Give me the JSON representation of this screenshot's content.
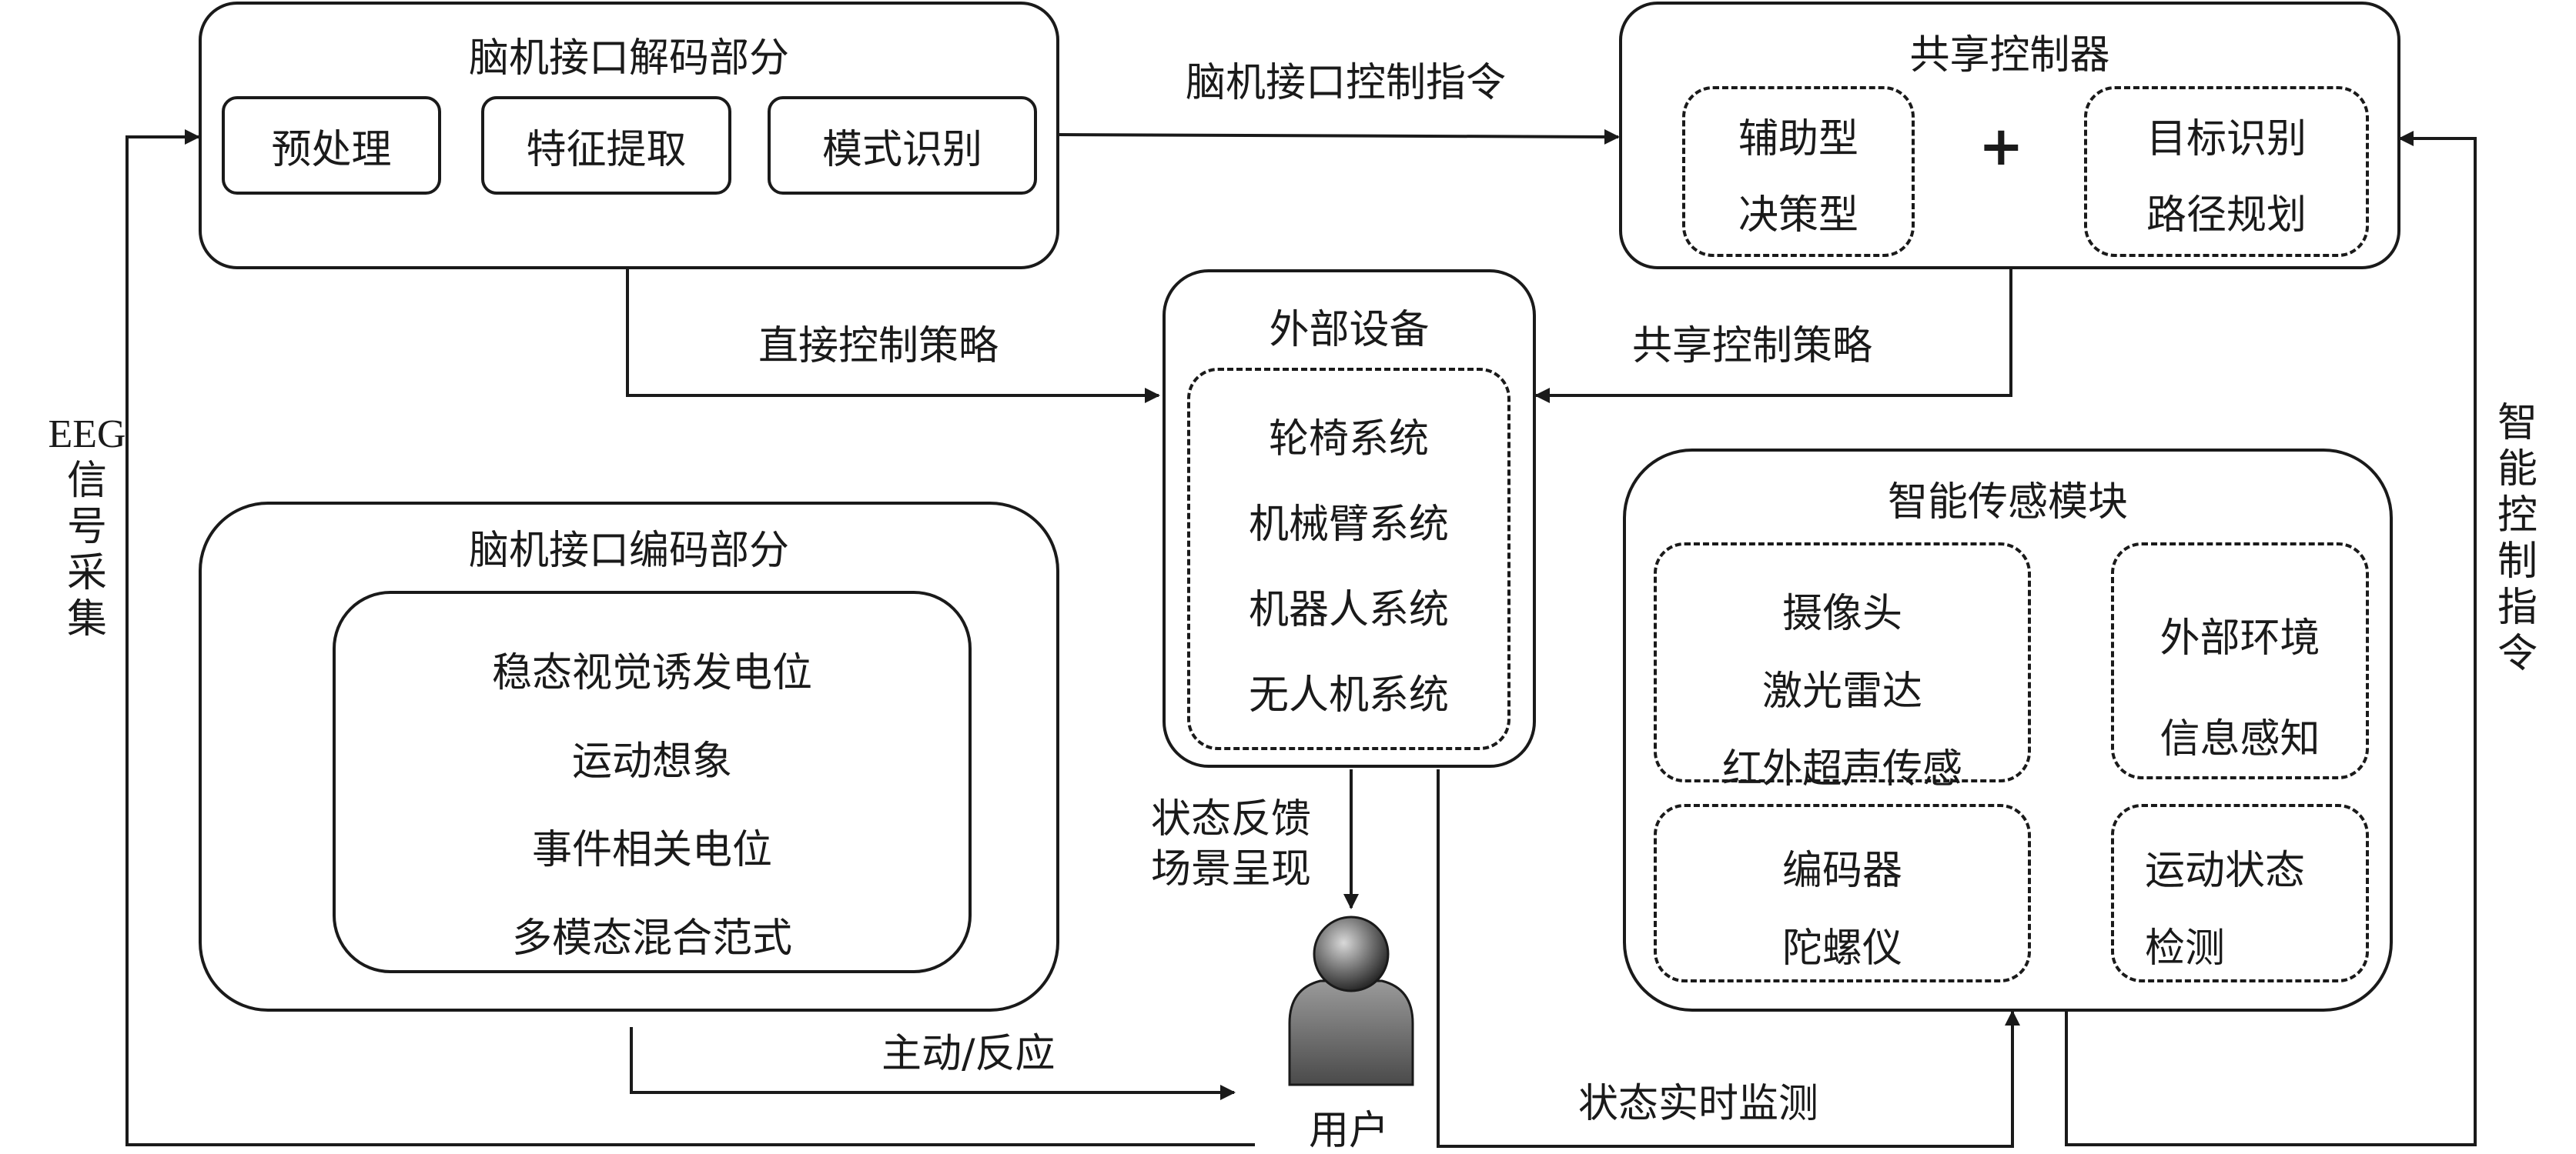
{
  "decode": {
    "title": "脑机接口解码部分",
    "steps": [
      "预处理",
      "特征提取",
      "模式识别"
    ]
  },
  "shared_controller": {
    "title": "共享控制器",
    "left": [
      "辅助型",
      "决策型"
    ],
    "plus": "+",
    "right": [
      "目标识别",
      "路径规划"
    ]
  },
  "external_device": {
    "title": "外部设备",
    "items": [
      "轮椅系统",
      "机械臂系统",
      "机器人系统",
      "无人机系统"
    ]
  },
  "encode": {
    "title": "脑机接口编码部分",
    "items": [
      "稳态视觉诱发电位",
      "运动想象",
      "事件相关电位",
      "多模态混合范式"
    ]
  },
  "sensor": {
    "title": "智能传感模块",
    "cameras": [
      "摄像头",
      "激光雷达",
      "红外超声传感"
    ],
    "env": [
      "外部环境",
      "信息感知"
    ],
    "encoders": [
      "编码器",
      "陀螺仪"
    ],
    "motion": [
      "运动状态",
      "检测"
    ]
  },
  "labels": {
    "bci_command": "脑机接口控制指令",
    "direct_strategy": "直接控制策略",
    "shared_strategy": "共享控制策略",
    "feedback": [
      "状态反馈",
      "场景呈现"
    ],
    "active_response": "主动/反应",
    "realtime_monitor": "状态实时监测",
    "eeg_acquisition": [
      "EEG",
      "信",
      "号",
      "采",
      "集"
    ],
    "smart_command": [
      "智",
      "能",
      "控",
      "制",
      "指",
      "令"
    ]
  },
  "user": {
    "label": "用户"
  }
}
